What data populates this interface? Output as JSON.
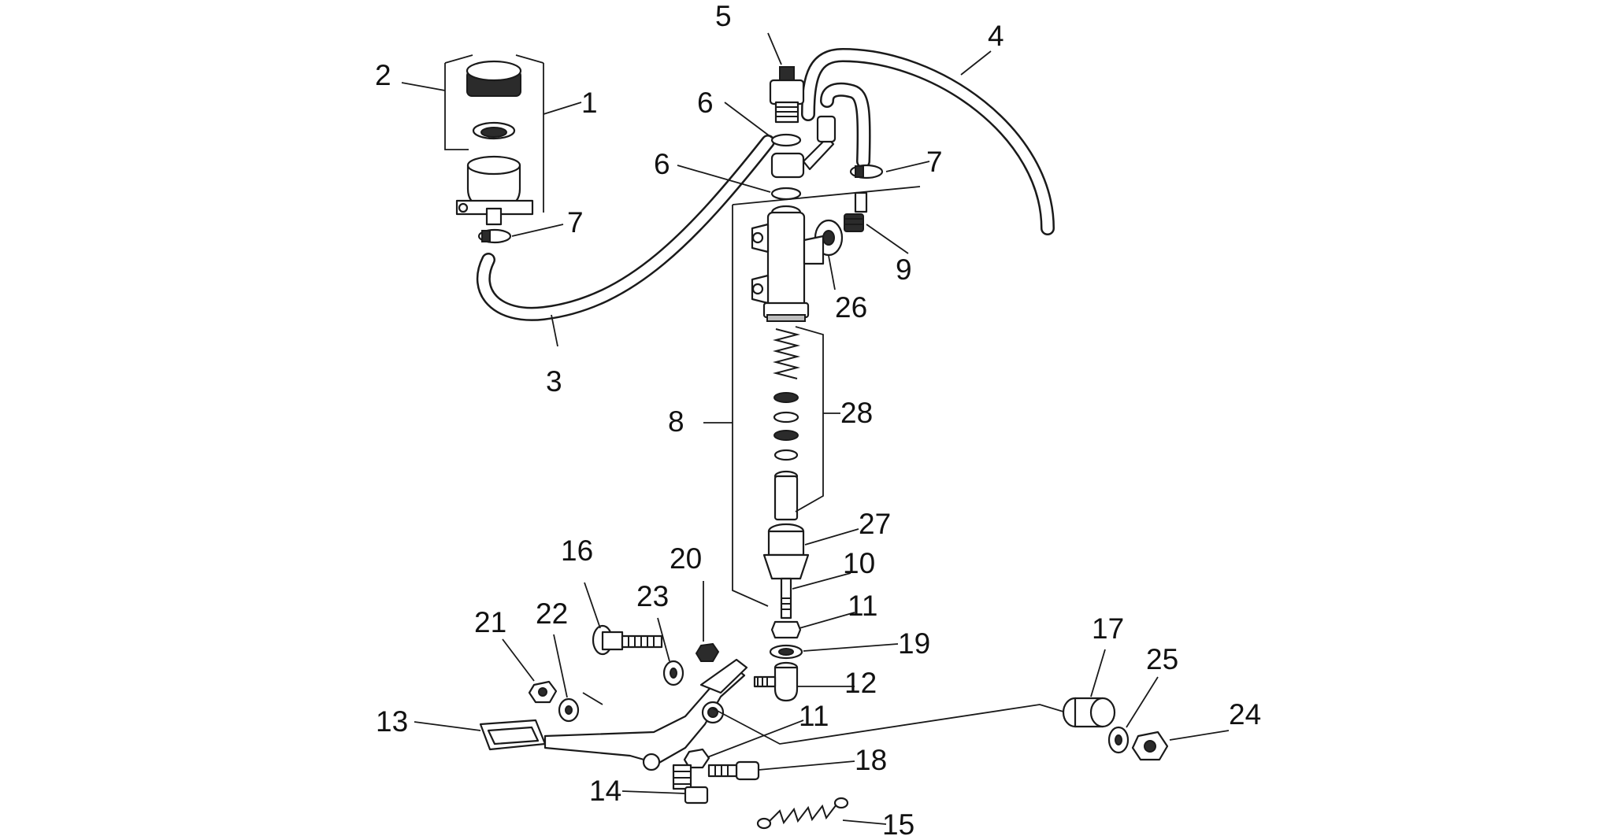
{
  "diagram": {
    "callouts": [
      {
        "id": "1",
        "text": "1"
      },
      {
        "id": "2",
        "text": "2"
      },
      {
        "id": "3",
        "text": "3"
      },
      {
        "id": "4",
        "text": "4"
      },
      {
        "id": "5",
        "text": "5"
      },
      {
        "id": "6a",
        "text": "6"
      },
      {
        "id": "6b",
        "text": "6"
      },
      {
        "id": "7a",
        "text": "7"
      },
      {
        "id": "7b",
        "text": "7"
      },
      {
        "id": "8",
        "text": "8"
      },
      {
        "id": "9",
        "text": "9"
      },
      {
        "id": "10",
        "text": "10"
      },
      {
        "id": "11a",
        "text": "11"
      },
      {
        "id": "11b",
        "text": "11"
      },
      {
        "id": "12",
        "text": "12"
      },
      {
        "id": "13",
        "text": "13"
      },
      {
        "id": "14",
        "text": "14"
      },
      {
        "id": "15",
        "text": "15"
      },
      {
        "id": "16",
        "text": "16"
      },
      {
        "id": "17",
        "text": "17"
      },
      {
        "id": "18",
        "text": "18"
      },
      {
        "id": "19",
        "text": "19"
      },
      {
        "id": "20",
        "text": "20"
      },
      {
        "id": "21",
        "text": "21"
      },
      {
        "id": "22",
        "text": "22"
      },
      {
        "id": "23",
        "text": "23"
      },
      {
        "id": "24",
        "text": "24"
      },
      {
        "id": "25",
        "text": "25"
      },
      {
        "id": "26",
        "text": "26"
      },
      {
        "id": "27",
        "text": "27"
      },
      {
        "id": "28",
        "text": "28"
      }
    ]
  }
}
